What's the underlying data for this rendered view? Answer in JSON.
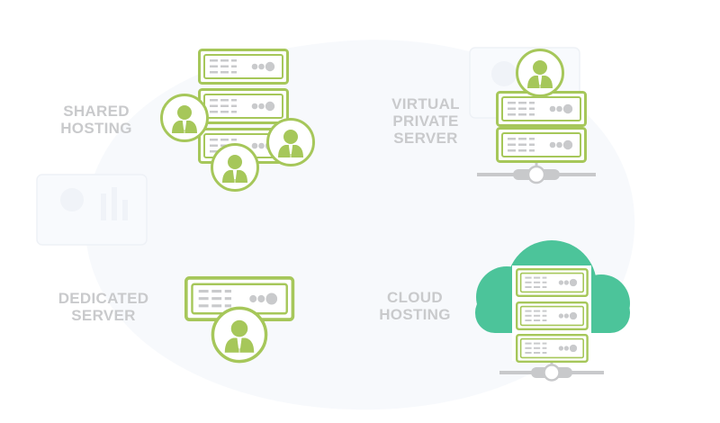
{
  "colors": {
    "accent_green": "#a6c75a",
    "cloud_teal": "#4cc49a",
    "label_gray": "#c9cacc",
    "connector_gray": "#c8c9cb",
    "background_tint": "#f7f9fc"
  },
  "hosting_types": [
    {
      "id": "shared",
      "label_lines": [
        "SHARED",
        "HOSTING"
      ],
      "icon": "shared-hosting-icon"
    },
    {
      "id": "vps",
      "label_lines": [
        "VIRTUAL",
        "PRIVATE",
        "SERVER"
      ],
      "icon": "virtual-private-server-icon"
    },
    {
      "id": "dedicated",
      "label_lines": [
        "DEDICATED",
        "SERVER"
      ],
      "icon": "dedicated-server-icon"
    },
    {
      "id": "cloud",
      "label_lines": [
        "CLOUD",
        "HOSTING"
      ],
      "icon": "cloud-hosting-icon"
    }
  ]
}
